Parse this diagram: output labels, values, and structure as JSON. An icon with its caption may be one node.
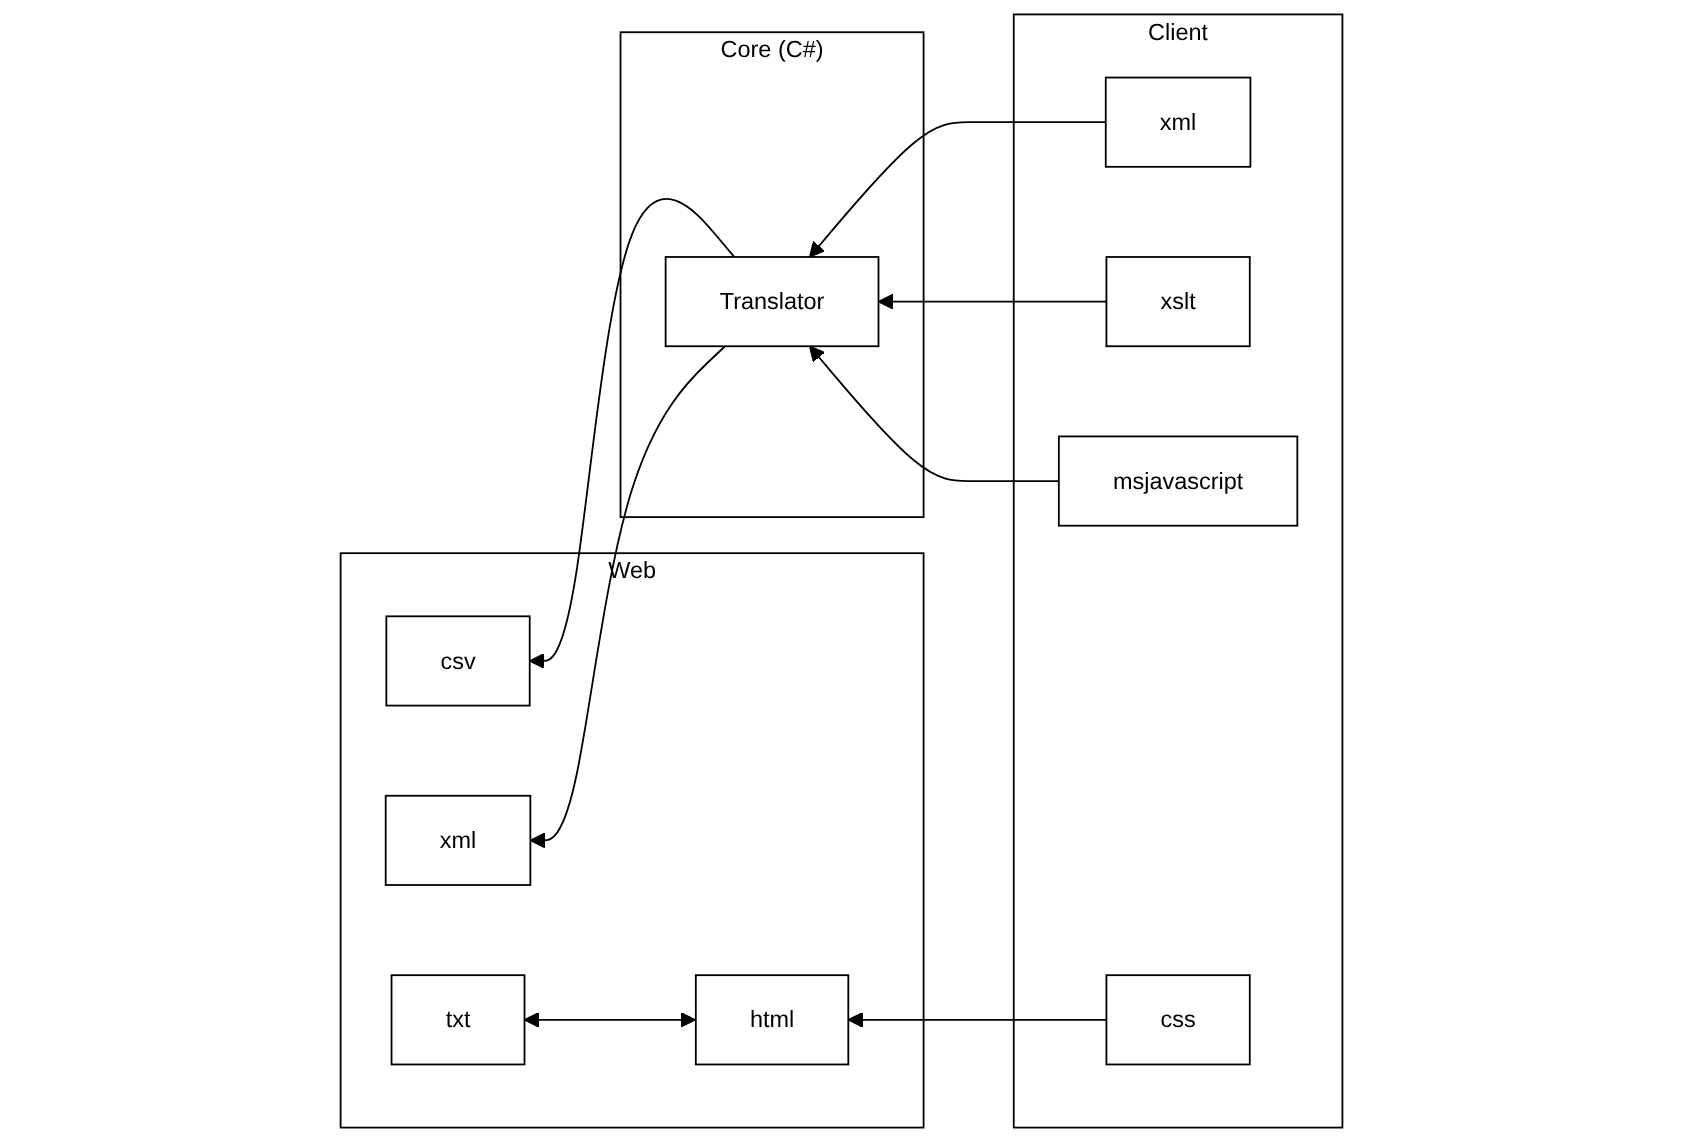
{
  "diagram": {
    "nodes": [
      {
        "text": [
          "Web"
        ]
      },
      {
        "text": [
          "Core (C#)"
        ]
      },
      {
        "text": [
          "Client"
        ]
      },
      {
        "text": [
          "html"
        ],
        "in": 0
      },
      {
        "text": [
          "csv"
        ],
        "in": 0
      },
      {
        "text": [
          "xml"
        ],
        "in": 0
      },
      {
        "text": [
          "txt"
        ],
        "in": 0
      },
      {
        "text": [
          "Translator"
        ],
        "in": 1
      },
      {
        "text": [
          "css"
        ],
        "in": 2
      },
      {
        "text": [
          "xml"
        ],
        "in": 2
      },
      {
        "text": [
          "xslt"
        ],
        "in": 2
      },
      {
        "text": [
          "msjavascript"
        ],
        "in": 2
      }
    ],
    "edges": [
      {
        "from": 8,
        "to": 3,
        "arrow": "to"
      },
      {
        "from": 3,
        "to": 6,
        "arrow": "both"
      },
      {
        "from": 9,
        "to": 7,
        "arrow": "to"
      },
      {
        "from": 10,
        "to": 7,
        "arrow": "to"
      },
      {
        "from": 11,
        "to": 7,
        "arrow": "to"
      },
      {
        "from": 7,
        "to": 4,
        "arrow": "to"
      },
      {
        "from": 7,
        "to": 5,
        "arrow": "to"
      }
    ]
  }
}
